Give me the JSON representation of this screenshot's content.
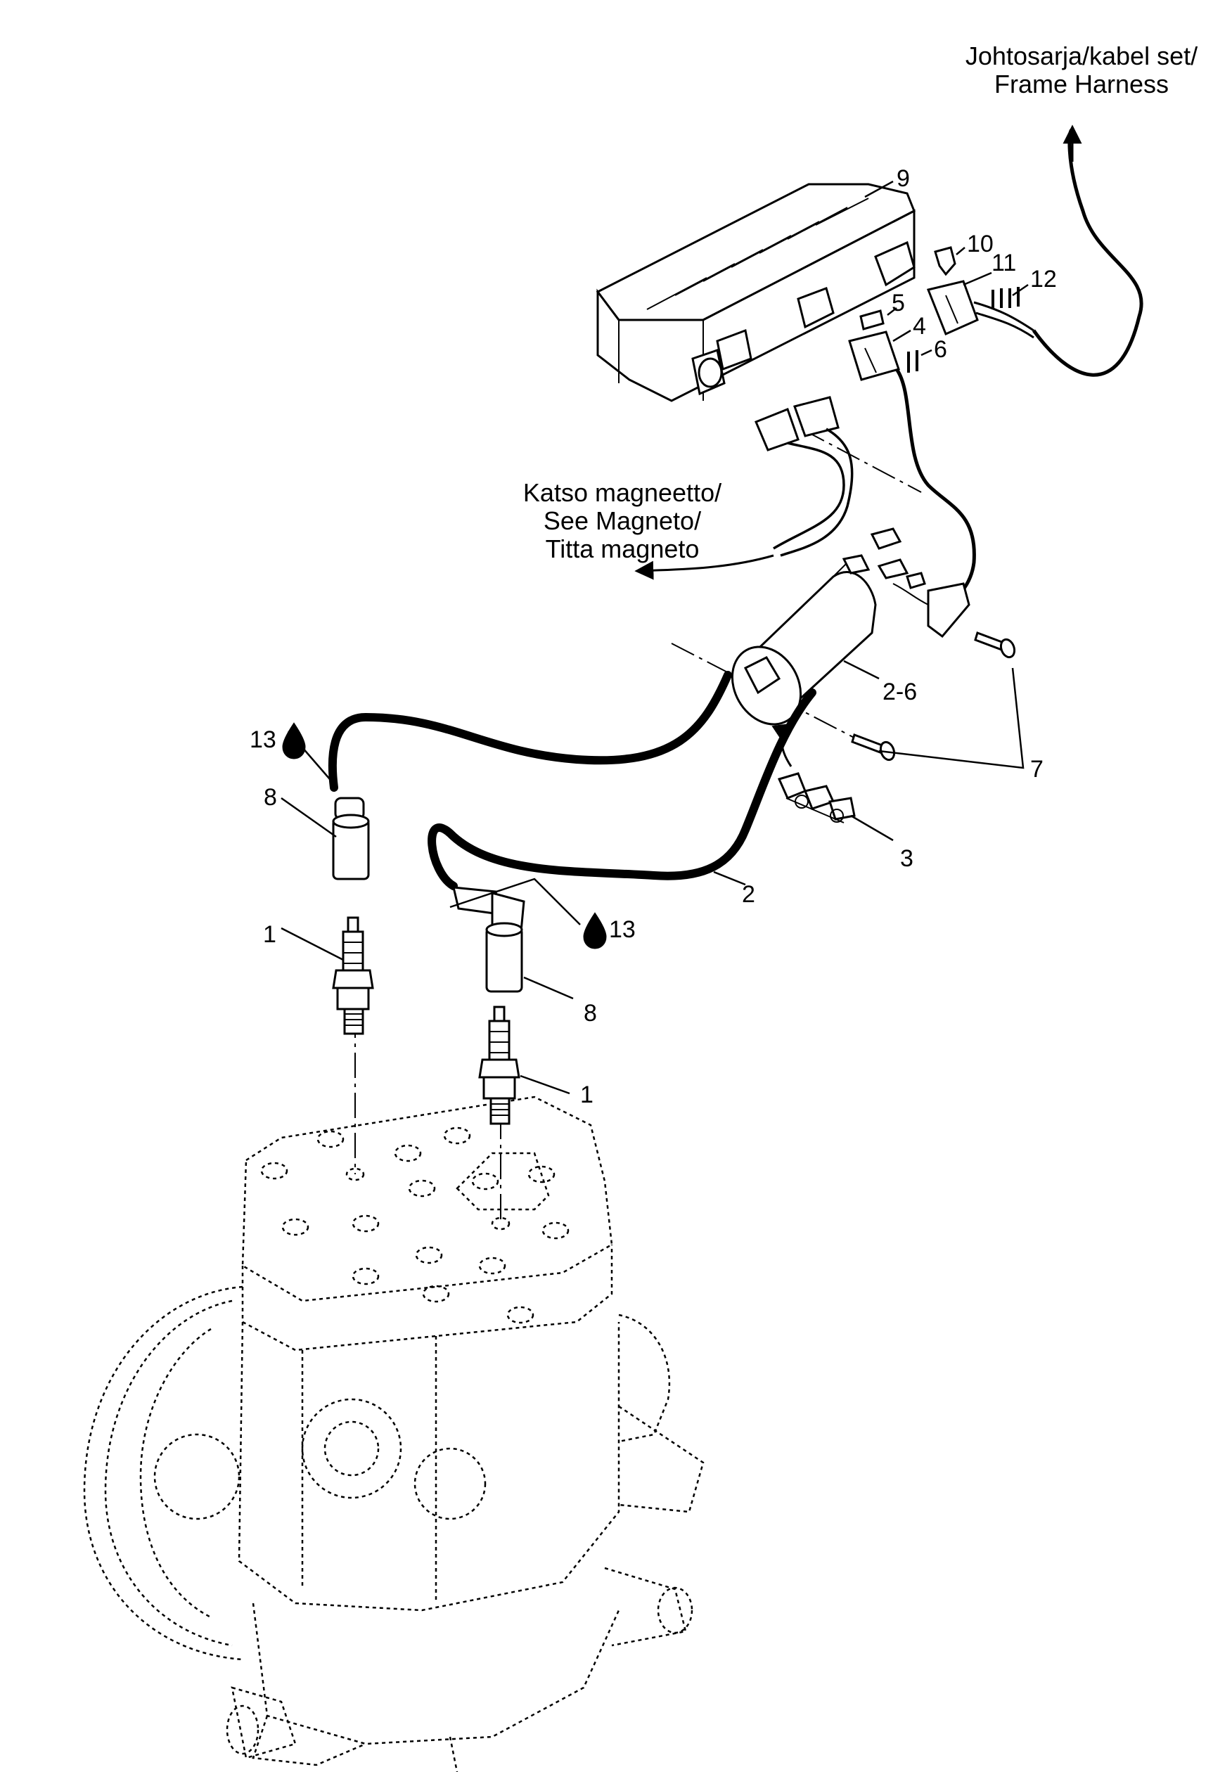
{
  "callouts": {
    "p1a": "1",
    "p1b": "1",
    "p2": "2",
    "p2_6": "2-6",
    "p3": "3",
    "p4": "4",
    "p5": "5",
    "p6": "6",
    "p7": "7",
    "p8a": "8",
    "p8b": "8",
    "p9": "9",
    "p10": "10",
    "p11": "11",
    "p12": "12",
    "p13a": "13",
    "p13b": "13"
  },
  "notes": {
    "harness": [
      "Johtosarja/kabel set/",
      "Frame Harness"
    ],
    "magneto": [
      "Katso magneetto/",
      "See Magneto/",
      "Titta magneto"
    ]
  },
  "icons": [
    "drop-icon",
    "drop-icon"
  ]
}
